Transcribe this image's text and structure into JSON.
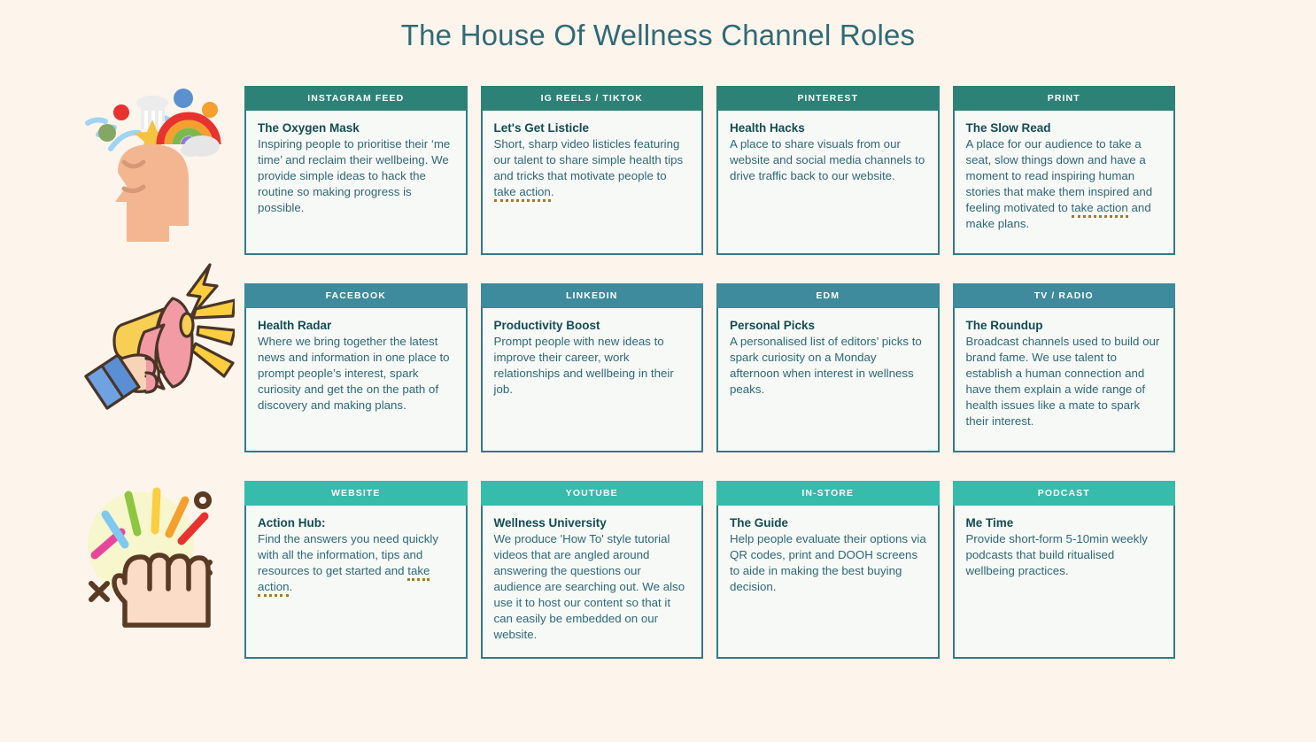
{
  "header": {
    "title": "The House Of Wellness Channel Roles",
    "title_color": "#2f6b75"
  },
  "theme": {
    "page_background": "#fdf4ec",
    "card_background": "#f7f9f7",
    "card_border": "#337b88",
    "row1_header": "#2d8277",
    "row2_header": "#3d8b9c",
    "row3_header": "#37bbab",
    "title_text": "#134c52",
    "body_text": "#2e6874",
    "underline_dots": "#a5792a"
  },
  "rows": [
    {
      "illustration": "open-mind-head-rainbow-icon",
      "cards": [
        {
          "channel": "INSTAGRAM FEED",
          "title": "The Oxygen Mask",
          "desc": "Inspiring people to prioritise their ‘me time’ and reclaim their wellbeing. We provide simple ideas to hack the routine so making progress is possible."
        },
        {
          "channel": "IG REELS / TIKTOK",
          "title": "Let's Get Listicle",
          "desc_before": "Short, sharp video listicles featuring our talent to share simple health tips and tricks that motivate people to ",
          "desc_underlined": "take action",
          "desc_after": "."
        },
        {
          "channel": "PINTEREST",
          "title": "Health Hacks",
          "desc": "A place to share visuals from our website and social media channels to drive traffic back to our website."
        },
        {
          "channel": "PRINT",
          "title": "The Slow Read",
          "desc_before": "A place for our audience to take a seat, slow things down and have a moment to read inspiring human stories that make them inspired and feeling motivated to ",
          "desc_underlined": "take action",
          "desc_after": " and make plans."
        }
      ]
    },
    {
      "illustration": "megaphone-icon",
      "cards": [
        {
          "channel": "FACEBOOK",
          "title": "Health Radar",
          "desc": "Where we bring together the latest news and information in one place to prompt people’s interest, spark curiosity and get the on the path of discovery and making plans."
        },
        {
          "channel": "LINKEDIN",
          "title": "Productivity Boost",
          "desc": "Prompt people with new ideas to improve their career, work relationships and wellbeing in their job."
        },
        {
          "channel": "EDM",
          "title": "Personal Picks",
          "desc": "A personalised list of editors’ picks to spark curiosity on a Monday afternoon when interest in wellness peaks."
        },
        {
          "channel": "TV / RADIO",
          "title": "The Roundup",
          "desc": "Broadcast channels used to build our brand fame. We use talent to establish  a human connection and have them explain a wide range of health issues like a mate to spark their interest."
        }
      ]
    },
    {
      "illustration": "raised-fist-icon",
      "cards": [
        {
          "channel": "WEBSITE",
          "title": "Action Hub:",
          "desc_before": "Find the answers you need quickly with all the information, tips and resources to get started and ",
          "desc_underlined": "take action",
          "desc_after": "."
        },
        {
          "channel": "YOUTUBE",
          "title": "Wellness University",
          "desc": "We produce 'How To' style tutorial videos that are angled around answering the questions our audience are searching out. We also use it to host our content so that it can easily be embedded on our website."
        },
        {
          "channel": "IN-STORE",
          "title": "The Guide",
          "desc": "Help people evaluate their options via QR codes, print and DOOH screens to aide in making the best buying decision."
        },
        {
          "channel": "PODCAST",
          "title": "Me Time",
          "desc": "Provide short-form 5-10min weekly podcasts that build ritualised wellbeing practices."
        }
      ]
    }
  ]
}
